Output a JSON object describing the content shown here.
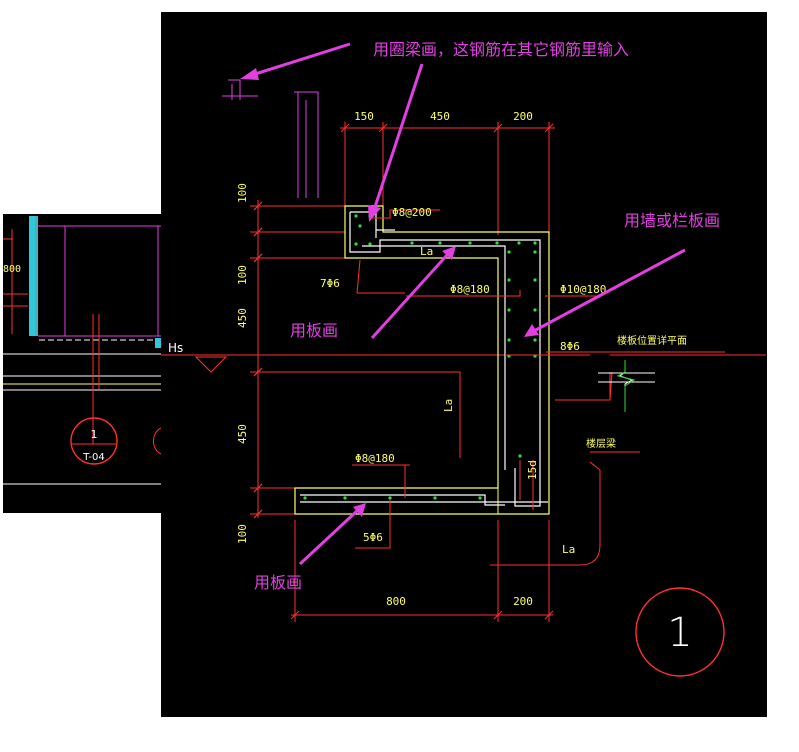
{
  "annotations": {
    "ring_beam": "用圈梁画，这钢筋在其它钢筋里输入",
    "wall_or_parapet": "用墙或栏板画",
    "slab_1": "用板画",
    "slab_2": "用板画"
  },
  "dimensions": {
    "top_150": "150",
    "top_450": "450",
    "top_200": "200",
    "left_100_top": "100",
    "left_100_mid": "100",
    "left_450_a": "450",
    "left_450_b": "450",
    "left_100_bottom": "100",
    "bottom_800": "800",
    "bottom_200": "200"
  },
  "rebar_labels": {
    "phi8_200": "Φ8@200",
    "la_top": "La",
    "seven_phi6": "7Φ6",
    "phi8_180_mid": "Φ8@180",
    "phi10_180": "Φ10@180",
    "eight_phi6": "8Φ6",
    "la_mid": "La",
    "phi8_180_bottom": "Φ8@180",
    "fifteen_d": "15d",
    "five_phi6": "5Φ6",
    "la_bottom": "La"
  },
  "level_labels": {
    "hs": "Hs",
    "floor_slab": "楼板位置详平面",
    "floor_beam": "楼层梁"
  },
  "section_marks": {
    "main_number": "1",
    "side_number": "1",
    "side_sheet": "T-04",
    "side_dim": "800"
  },
  "colors": {
    "annotation": "#e040e0",
    "dimension": "#ff3030",
    "outline": "#ffff66",
    "rebar": "#ffffff",
    "rebar_dot": "#33dd33",
    "cyan": "#30c8d8",
    "background": "#000000"
  }
}
